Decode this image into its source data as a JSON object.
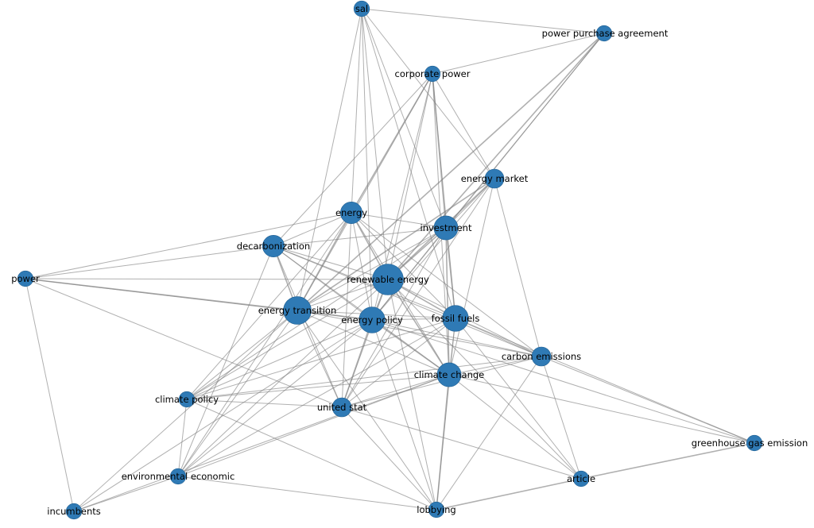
{
  "colors": {
    "node": "#2f7ab5",
    "edge": "#808080",
    "label": "#000000",
    "background": "#ffffff"
  },
  "nodes": [
    {
      "id": "sal",
      "label": "sal",
      "weight": 1
    },
    {
      "id": "ppa",
      "label": "power purchase agreement",
      "weight": 1
    },
    {
      "id": "corporate_power",
      "label": "corporate power",
      "weight": 1
    },
    {
      "id": "energy_market",
      "label": "energy market",
      "weight": 2
    },
    {
      "id": "energy",
      "label": "energy",
      "weight": 3
    },
    {
      "id": "investment",
      "label": "investment",
      "weight": 4
    },
    {
      "id": "decarbonization",
      "label": "decarbonization",
      "weight": 3
    },
    {
      "id": "power",
      "label": "power",
      "weight": 1
    },
    {
      "id": "renewable_energy",
      "label": "renewable energy",
      "weight": 8
    },
    {
      "id": "energy_transition",
      "label": "energy transition",
      "weight": 6
    },
    {
      "id": "energy_policy",
      "label": "energy policy",
      "weight": 5
    },
    {
      "id": "fossil_fuels",
      "label": "fossil fuels",
      "weight": 5
    },
    {
      "id": "carbon_emissions",
      "label": "carbon emissions",
      "weight": 2
    },
    {
      "id": "climate_change",
      "label": "climate change",
      "weight": 4
    },
    {
      "id": "climate_policy",
      "label": "climate policy",
      "weight": 1
    },
    {
      "id": "united_stat",
      "label": "united stat",
      "weight": 2
    },
    {
      "id": "greenhouse_gas_emission",
      "label": "greenhouse gas emission",
      "weight": 1
    },
    {
      "id": "environmental_economic",
      "label": "environmental economic",
      "weight": 1
    },
    {
      "id": "article",
      "label": "article",
      "weight": 1
    },
    {
      "id": "incumbents",
      "label": "incumbents",
      "weight": 1
    },
    {
      "id": "lobbying",
      "label": "lobbying",
      "weight": 1
    }
  ],
  "edges": [
    [
      "sal",
      "ppa",
      1
    ],
    [
      "sal",
      "energy",
      1
    ],
    [
      "sal",
      "investment",
      1
    ],
    [
      "sal",
      "renewable_energy",
      1
    ],
    [
      "sal",
      "energy_policy",
      1
    ],
    [
      "sal",
      "fossil_fuels",
      1
    ],
    [
      "sal",
      "energy_transition",
      1
    ],
    [
      "sal",
      "energy_market",
      1
    ],
    [
      "ppa",
      "corporate_power",
      1
    ],
    [
      "ppa",
      "energy_transition",
      2
    ],
    [
      "ppa",
      "renewable_energy",
      2
    ],
    [
      "ppa",
      "investment",
      1
    ],
    [
      "ppa",
      "energy_policy",
      1
    ],
    [
      "corporate_power",
      "energy",
      2
    ],
    [
      "corporate_power",
      "investment",
      2
    ],
    [
      "corporate_power",
      "renewable_energy",
      1
    ],
    [
      "corporate_power",
      "fossil_fuels",
      1
    ],
    [
      "corporate_power",
      "energy_transition",
      1
    ],
    [
      "corporate_power",
      "energy_policy",
      1
    ],
    [
      "corporate_power",
      "decarbonization",
      1
    ],
    [
      "corporate_power",
      "energy_market",
      1
    ],
    [
      "corporate_power",
      "climate_change",
      1
    ],
    [
      "energy_market",
      "renewable_energy",
      2
    ],
    [
      "energy_market",
      "energy_policy",
      1
    ],
    [
      "energy_market",
      "energy_transition",
      2
    ],
    [
      "energy_market",
      "climate_change",
      1
    ],
    [
      "energy_market",
      "carbon_emissions",
      1
    ],
    [
      "energy_market",
      "united_stat",
      1
    ],
    [
      "energy_market",
      "investment",
      1
    ],
    [
      "energy",
      "investment",
      1
    ],
    [
      "energy",
      "decarbonization",
      1
    ],
    [
      "energy",
      "renewable_energy",
      2
    ],
    [
      "energy",
      "energy_transition",
      2
    ],
    [
      "energy",
      "energy_policy",
      1
    ],
    [
      "energy",
      "fossil_fuels",
      1
    ],
    [
      "energy",
      "power",
      1
    ],
    [
      "energy",
      "carbon_emissions",
      1
    ],
    [
      "energy",
      "climate_change",
      1
    ],
    [
      "energy",
      "climate_policy",
      1
    ],
    [
      "energy",
      "environmental_economic",
      1
    ],
    [
      "energy",
      "united_stat",
      1
    ],
    [
      "investment",
      "decarbonization",
      1
    ],
    [
      "investment",
      "renewable_energy",
      2
    ],
    [
      "investment",
      "energy_transition",
      1
    ],
    [
      "investment",
      "energy_policy",
      1
    ],
    [
      "investment",
      "fossil_fuels",
      2
    ],
    [
      "investment",
      "climate_change",
      2
    ],
    [
      "investment",
      "climate_policy",
      1
    ],
    [
      "investment",
      "united_stat",
      1
    ],
    [
      "decarbonization",
      "power",
      1
    ],
    [
      "decarbonization",
      "renewable_energy",
      1
    ],
    [
      "decarbonization",
      "energy_transition",
      2
    ],
    [
      "decarbonization",
      "energy_policy",
      1
    ],
    [
      "decarbonization",
      "fossil_fuels",
      1
    ],
    [
      "decarbonization",
      "climate_change",
      1
    ],
    [
      "decarbonization",
      "carbon_emissions",
      1
    ],
    [
      "decarbonization",
      "united_stat",
      1
    ],
    [
      "decarbonization",
      "environmental_economic",
      1
    ],
    [
      "power",
      "renewable_energy",
      1
    ],
    [
      "power",
      "energy_transition",
      2
    ],
    [
      "power",
      "energy_policy",
      1
    ],
    [
      "power",
      "incumbents",
      1
    ],
    [
      "power",
      "united_stat",
      1
    ],
    [
      "renewable_energy",
      "energy_transition",
      1
    ],
    [
      "renewable_energy",
      "energy_policy",
      2
    ],
    [
      "renewable_energy",
      "fossil_fuels",
      2
    ],
    [
      "renewable_energy",
      "carbon_emissions",
      1
    ],
    [
      "renewable_energy",
      "climate_change",
      2
    ],
    [
      "renewable_energy",
      "climate_policy",
      1
    ],
    [
      "renewable_energy",
      "united_stat",
      1
    ],
    [
      "renewable_energy",
      "environmental_economic",
      1
    ],
    [
      "renewable_energy",
      "lobbying",
      1
    ],
    [
      "renewable_energy",
      "article",
      1
    ],
    [
      "energy_transition",
      "energy_policy",
      2
    ],
    [
      "energy_transition",
      "fossil_fuels",
      1
    ],
    [
      "energy_transition",
      "carbon_emissions",
      1
    ],
    [
      "energy_transition",
      "climate_change",
      1
    ],
    [
      "energy_transition",
      "climate_policy",
      1
    ],
    [
      "energy_transition",
      "united_stat",
      1
    ],
    [
      "energy_transition",
      "environmental_economic",
      1
    ],
    [
      "energy_transition",
      "lobbying",
      1
    ],
    [
      "energy_transition",
      "incumbents",
      1
    ],
    [
      "energy_policy",
      "fossil_fuels",
      1
    ],
    [
      "energy_policy",
      "carbon_emissions",
      1
    ],
    [
      "energy_policy",
      "climate_change",
      2
    ],
    [
      "energy_policy",
      "climate_policy",
      1
    ],
    [
      "energy_policy",
      "united_stat",
      2
    ],
    [
      "energy_policy",
      "environmental_economic",
      1
    ],
    [
      "energy_policy",
      "lobbying",
      1
    ],
    [
      "energy_policy",
      "incumbents",
      1
    ],
    [
      "energy_policy",
      "greenhouse_gas_emission",
      1
    ],
    [
      "fossil_fuels",
      "carbon_emissions",
      1
    ],
    [
      "fossil_fuels",
      "climate_change",
      1
    ],
    [
      "fossil_fuels",
      "climate_policy",
      1
    ],
    [
      "fossil_fuels",
      "united_stat",
      1
    ],
    [
      "fossil_fuels",
      "lobbying",
      1
    ],
    [
      "fossil_fuels",
      "article",
      1
    ],
    [
      "fossil_fuels",
      "greenhouse_gas_emission",
      1
    ],
    [
      "fossil_fuels",
      "environmental_economic",
      1
    ],
    [
      "carbon_emissions",
      "climate_change",
      1
    ],
    [
      "carbon_emissions",
      "greenhouse_gas_emission",
      1
    ],
    [
      "carbon_emissions",
      "article",
      1
    ],
    [
      "carbon_emissions",
      "united_stat",
      1
    ],
    [
      "carbon_emissions",
      "climate_policy",
      1
    ],
    [
      "carbon_emissions",
      "lobbying",
      1
    ],
    [
      "climate_change",
      "climate_policy",
      1
    ],
    [
      "climate_change",
      "united_stat",
      1
    ],
    [
      "climate_change",
      "lobbying",
      2
    ],
    [
      "climate_change",
      "article",
      1
    ],
    [
      "climate_change",
      "greenhouse_gas_emission",
      1
    ],
    [
      "climate_change",
      "environmental_economic",
      1
    ],
    [
      "climate_policy",
      "united_stat",
      1
    ],
    [
      "climate_policy",
      "environmental_economic",
      1
    ],
    [
      "climate_policy",
      "lobbying",
      1
    ],
    [
      "united_stat",
      "lobbying",
      1
    ],
    [
      "united_stat",
      "article",
      1
    ],
    [
      "article",
      "greenhouse_gas_emission",
      2
    ],
    [
      "article",
      "lobbying",
      2
    ],
    [
      "environmental_economic",
      "lobbying",
      1
    ],
    [
      "environmental_economic",
      "incumbents",
      1
    ],
    [
      "incumbents",
      "climate_change",
      1
    ]
  ]
}
